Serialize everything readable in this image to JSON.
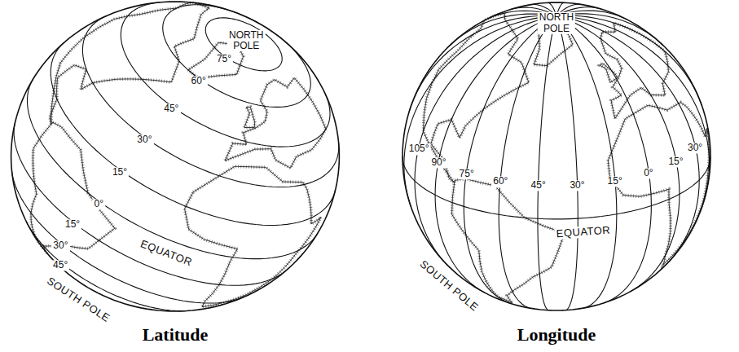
{
  "diagram": {
    "labels": [
      "NORTH POLE",
      "75°",
      "60°",
      "45°",
      "30°",
      "15°",
      "0°",
      "EQUATOR",
      "15°",
      "30°",
      "45°",
      "SOUTH POLE",
      "Latitude",
      "NORTH POLE",
      "105°",
      "90°",
      "75°",
      "60°",
      "45°",
      "30°",
      "15°",
      "0°",
      "15°",
      "30°",
      "EQUATOR",
      "SOUTH POLE",
      "Longitude"
    ]
  }
}
